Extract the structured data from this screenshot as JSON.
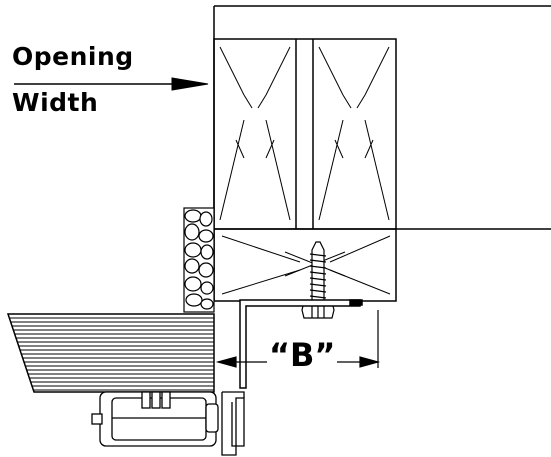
{
  "labels": {
    "opening_line1": "Opening",
    "opening_line2": "Width",
    "dimension_b": "“B”"
  },
  "colors": {
    "line": "#000000",
    "background": "#ffffff"
  }
}
